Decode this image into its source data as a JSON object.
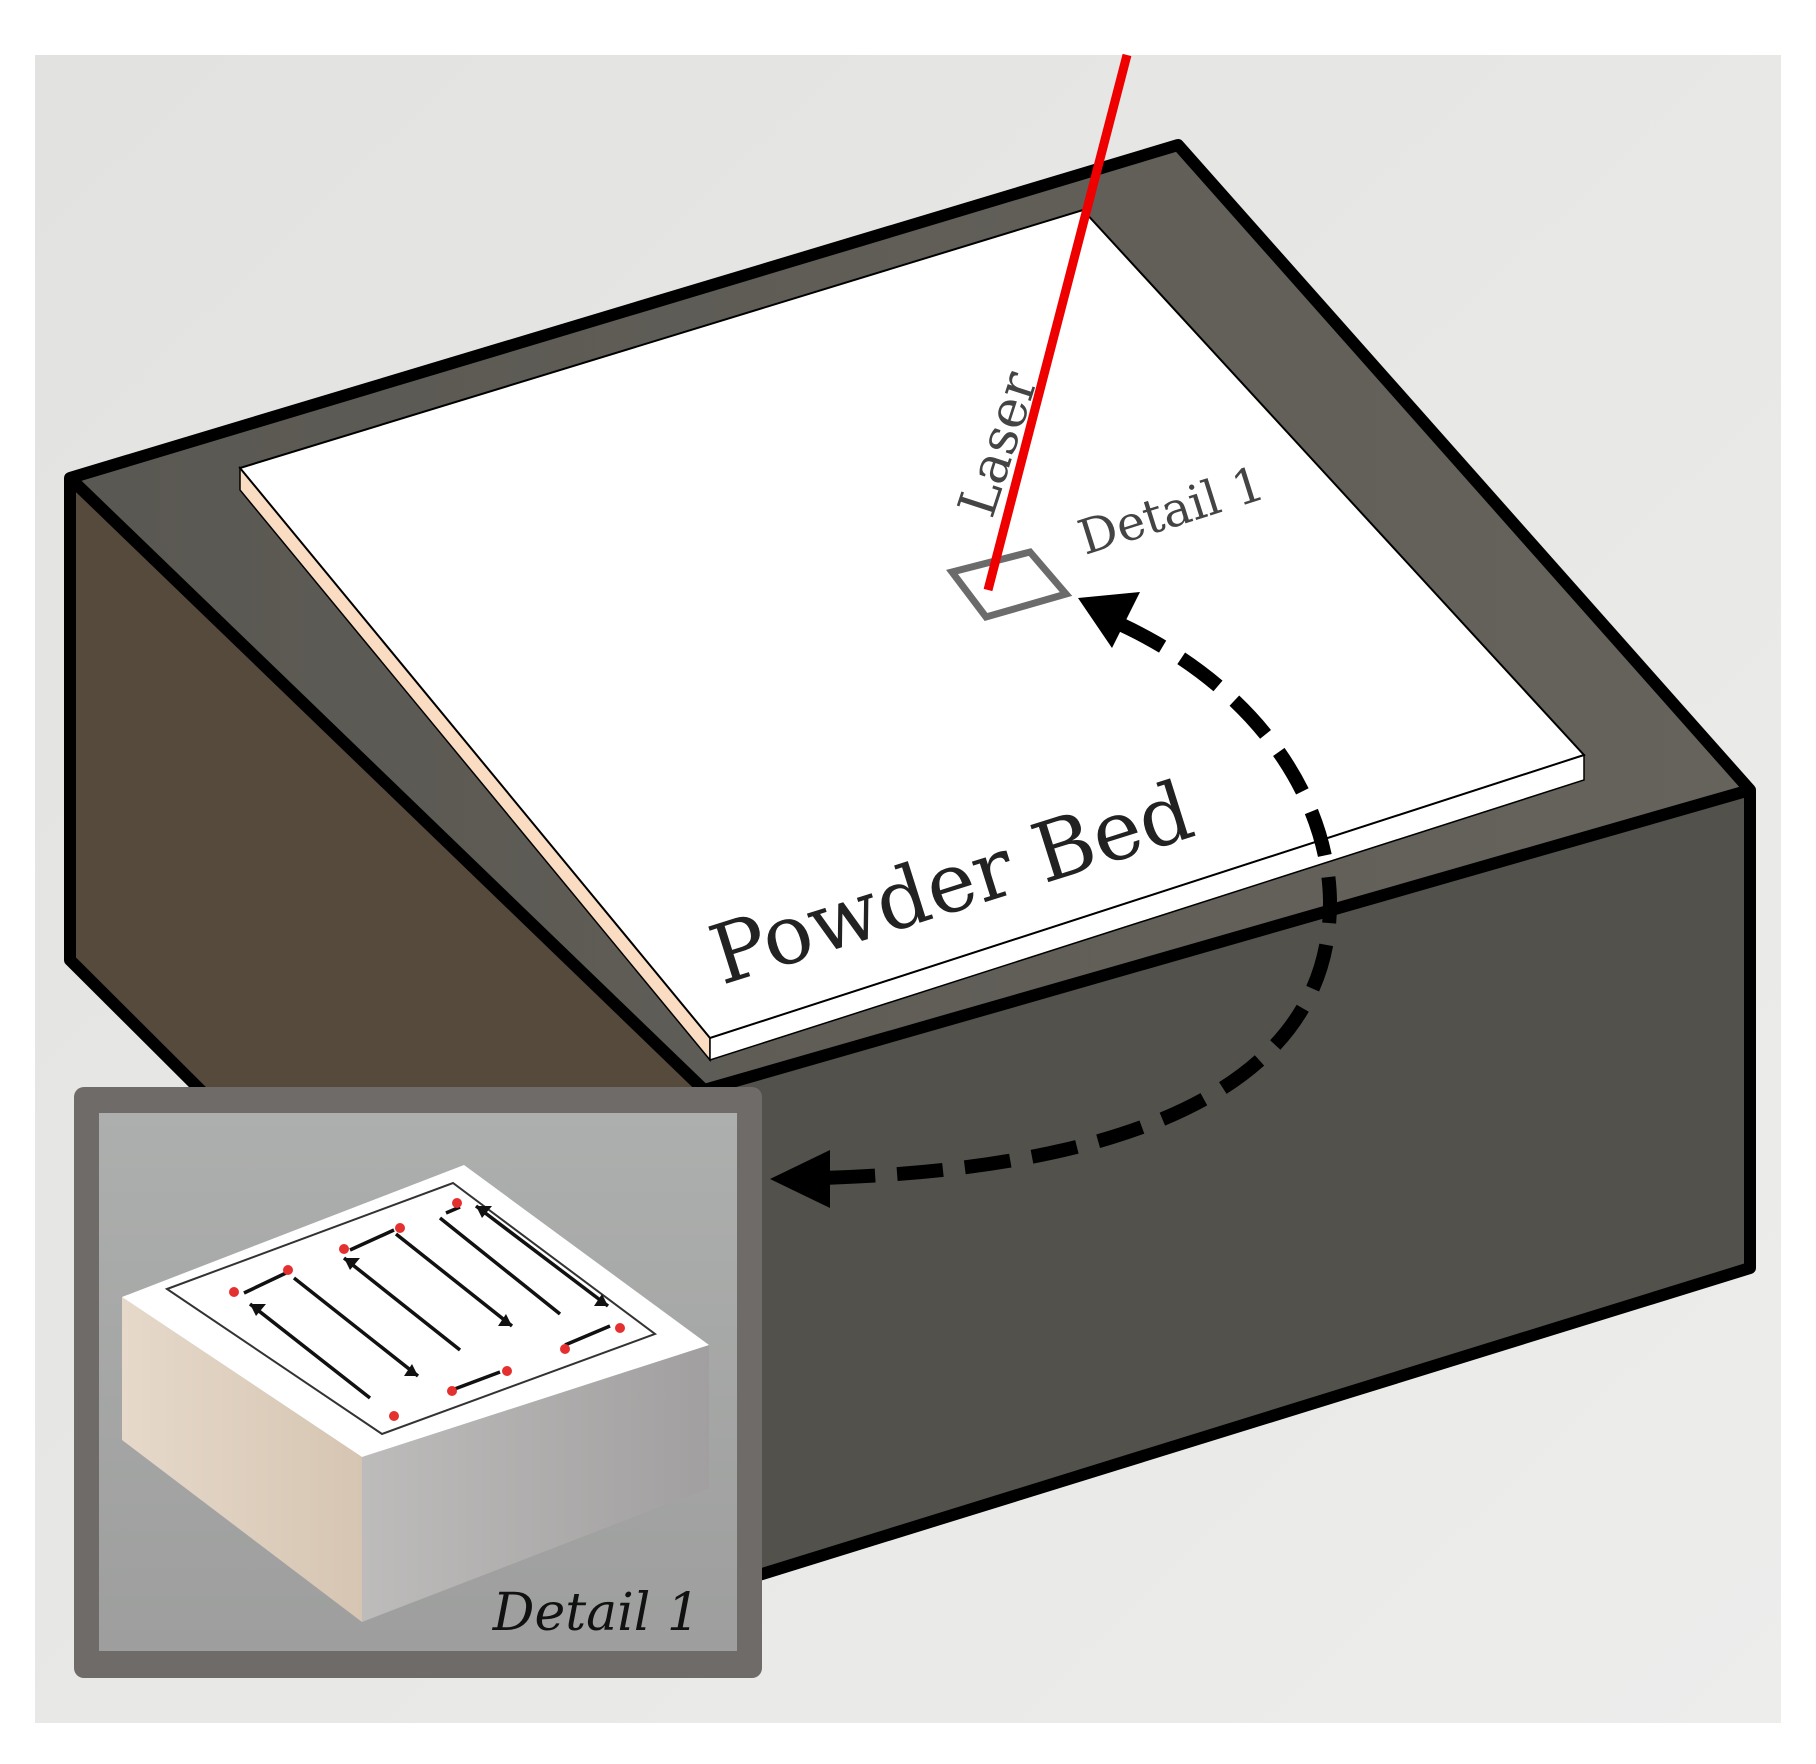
{
  "labels": {
    "laser": "Laser",
    "detail_marker": "Detail 1",
    "powder_bed": "Powder Bed",
    "inset_caption": "Detail 1"
  },
  "colors": {
    "background_light": "#ececea",
    "machine_top": "#5e5b55",
    "machine_front": "#52514c",
    "machine_left": "#554a3c",
    "powder_bed": "#ffffff",
    "powder_bed_edge": "#f7dcc3",
    "laser": "#ee0000",
    "marker": "#6b6b6b",
    "inset_frame": "#6f6b69",
    "inset_background": "#a4a5a4",
    "block_top": "#ffffff",
    "block_left": "#dcccba",
    "block_right": "#a9a8a8",
    "scan_point": "#e53030"
  },
  "icons": [
    "dashed-curved-arrow-icon",
    "scan-direction-arrow-icon"
  ]
}
